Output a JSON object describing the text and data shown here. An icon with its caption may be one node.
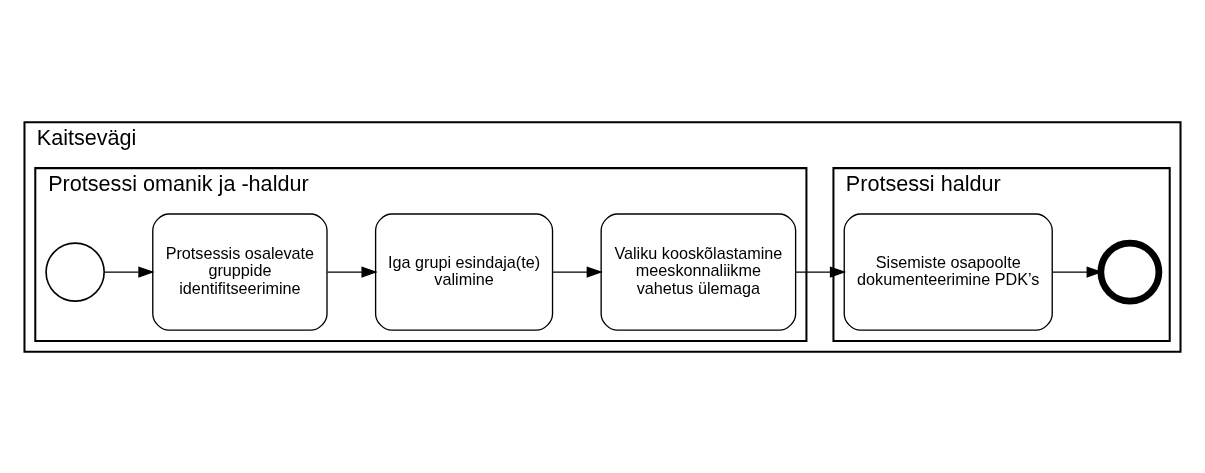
{
  "diagram": {
    "nodes": [
      {
        "text": [
          "Kaitsevägi"
        ]
      },
      {
        "text": [
          "Protsessi omanik ja -haldur"
        ],
        "in": 0
      },
      {
        "text": [],
        "shape": "circle",
        "in": 1
      },
      {
        "text": [
          "Protsessis osalevate gruppide identifitseerimine"
        ],
        "in": 1
      },
      {
        "text": [
          "Iga grupi esindaja(te) valimine"
        ],
        "in": 1
      },
      {
        "text": [
          "Valiku kooskõlastamine meeskonnaliikme vahetus ülemaga"
        ],
        "in": 1
      },
      {
        "text": [
          "Protsessi haldur"
        ],
        "in": 0
      },
      {
        "text": [
          "Sisemiste osapoolte dokumenteerimine PDK’s"
        ],
        "in": 6
      },
      {
        "text": [],
        "shape": "circle",
        "in": 6
      }
    ],
    "edges": [
      {
        "from": 2,
        "to": 3,
        "arrow": "to"
      },
      {
        "from": 3,
        "to": 4,
        "arrow": "to"
      },
      {
        "from": 4,
        "to": 5,
        "arrow": "to"
      },
      {
        "from": 5,
        "to": 7,
        "arrow": "to"
      },
      {
        "from": 7,
        "to": 8,
        "arrow": "to"
      }
    ]
  }
}
